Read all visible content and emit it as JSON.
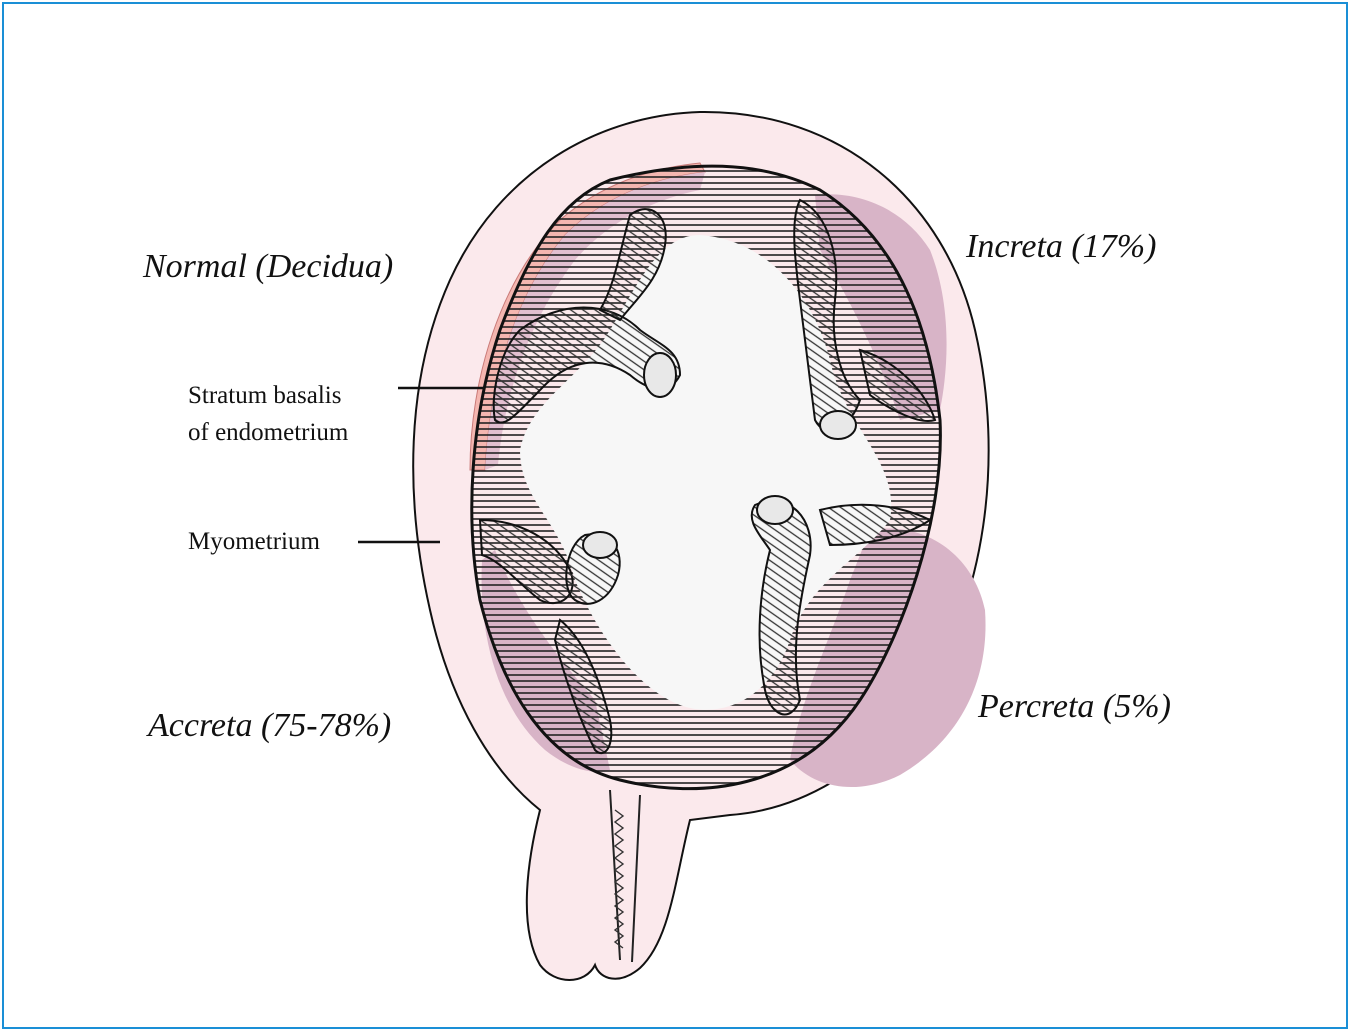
{
  "labels": {
    "normal": "Normal (Decidua)",
    "increta": "Increta (17%)",
    "accreta": "Accreta (75-78%)",
    "percreta": "Percreta (5%)",
    "stratum_line1": "Stratum basalis",
    "stratum_line2": "of endometrium",
    "myometrium": "Myometrium"
  },
  "colors": {
    "frame_border": "#1a8fd6",
    "uterus_fill": "#fbe9ec",
    "invasion_fill": "#d8b4c7",
    "decidua_fill": "#f4b6b0",
    "cavity_fill": "#f7f7f7",
    "ink": "#111111"
  }
}
